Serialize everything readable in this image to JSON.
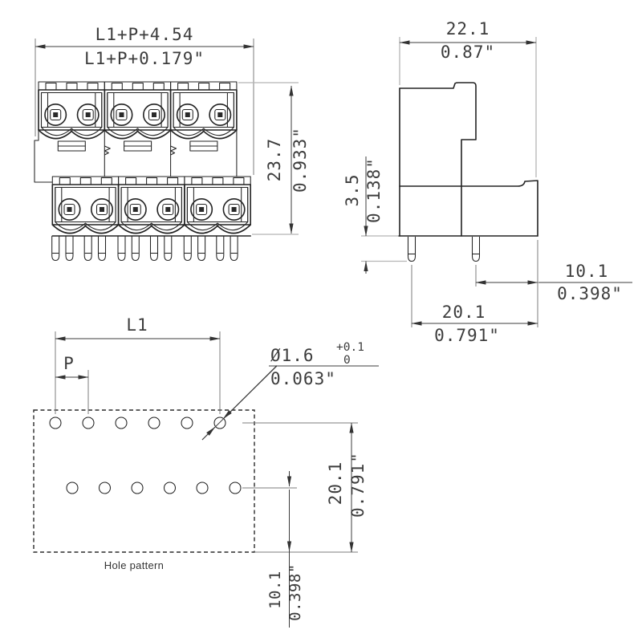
{
  "drawing": {
    "caption": "Hole pattern",
    "front_view": {
      "overall_width_mm": "L1+P+4.54",
      "overall_width_in": "L1+P+0.179\"",
      "height_mm": "23.7",
      "height_in": "0.933\""
    },
    "side_view": {
      "depth_mm": "22.1",
      "depth_in": "0.87\"",
      "pin_length_mm": "3.5",
      "pin_length_in": "0.138\"",
      "pin_row2_offset_mm": "10.1",
      "pin_row2_offset_in": "0.398\"",
      "pin_row1_offset_mm": "20.1",
      "pin_row1_offset_in": "0.791\""
    },
    "hole_pattern": {
      "length_label": "L1",
      "pitch_label": "P",
      "hole_dia_mm": "Ø1.6",
      "hole_dia_tol_plus": "+0.1",
      "hole_dia_tol_minus": "0",
      "hole_dia_in": "0.063\"",
      "row1_offset_mm": "20.1",
      "row1_offset_in": "0.791\"",
      "row2_offset_mm": "10.1",
      "row2_offset_in": "0.398\""
    }
  }
}
